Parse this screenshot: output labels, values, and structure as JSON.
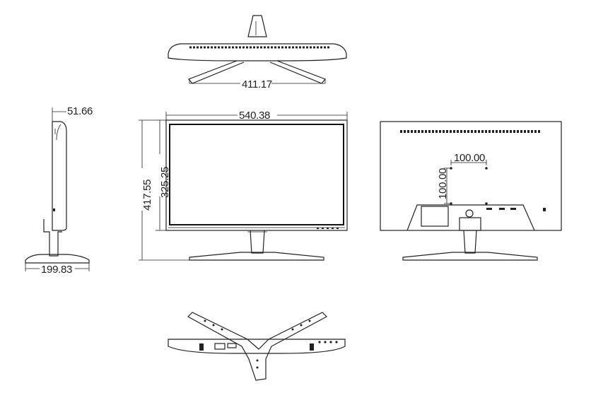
{
  "dimensions": {
    "top_view_width": "411.17",
    "front_width": "540.38",
    "front_screen_height": "325.25",
    "front_total_height": "417.55",
    "side_depth_panel": "51.66",
    "side_base_depth": "199.83",
    "vesa_horizontal": "100.00",
    "vesa_vertical": "100.00"
  },
  "colors": {
    "line": "#222222",
    "background": "#ffffff"
  }
}
